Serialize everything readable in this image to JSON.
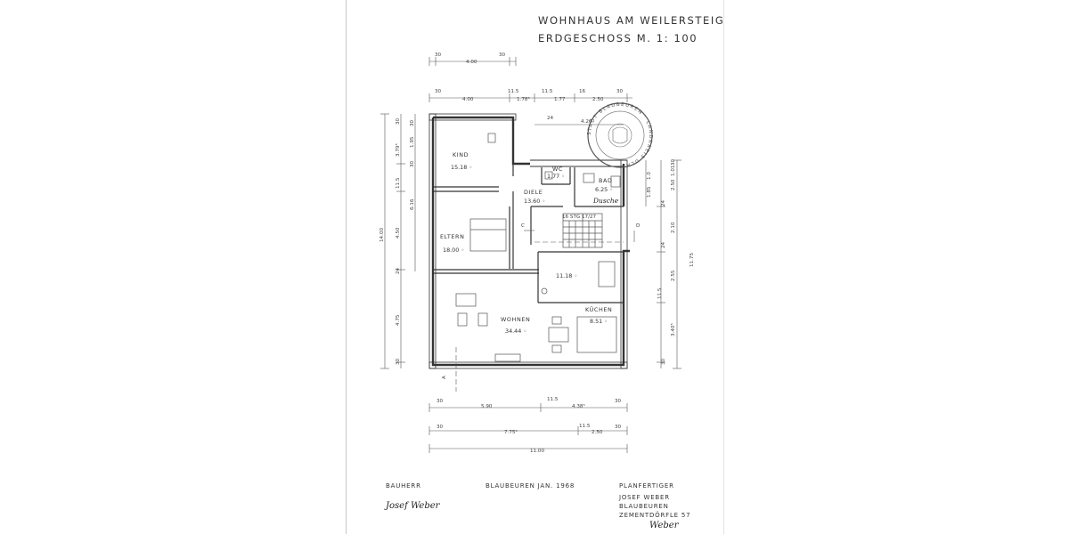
{
  "title": {
    "line1": "WOHNHAUS AM WEILERSTEIG",
    "line2": "ERDGESCHOSS  M. 1: 100"
  },
  "rooms": [
    {
      "name": "KIND",
      "area": "15.18 ◦"
    },
    {
      "name": "ELTERN",
      "area": "18.00 ◦"
    },
    {
      "name": "DIELE",
      "area": "13.60 ◦"
    },
    {
      "name": "WC",
      "area": "1.77 ◦"
    },
    {
      "name": "BAD",
      "area": "6.25 ◦"
    },
    {
      "name": "WOHNEN",
      "area": "34.44 ◦"
    },
    {
      "name": "KÜCHEN",
      "area": "8.51 ◦"
    },
    {
      "name": "",
      "area": "11.18 ◦"
    }
  ],
  "annotations": {
    "dusche": "Dusche",
    "stair": "16 STG 17/27",
    "section_c": "C",
    "section_d": "D",
    "section_a": "A"
  },
  "stamp": {
    "text": "STADT BLAUBEUREN · LANDKREIS ULM"
  },
  "dimensions": {
    "top1": [
      "30",
      "4.00",
      "30"
    ],
    "top2": [
      "30",
      "4.00",
      "11.5",
      "1.78⁵",
      "11.5",
      "1.77",
      "16",
      "2.50",
      "30"
    ],
    "top3": [
      "24",
      "4.26"
    ],
    "left_outer": "14.00",
    "left_mid": [
      "30",
      "3.79⁵",
      "11.5",
      "4.50",
      "24",
      "4.75",
      "30"
    ],
    "left_inner": [
      "30",
      "1.95",
      "30",
      "6.16"
    ],
    "right_outer": "11.75",
    "right_mid": [
      "30",
      "1.01",
      "2.50",
      "24",
      "2.10",
      "24",
      "2.55",
      "11.5",
      "3.40⁵",
      "30"
    ],
    "right_inner": [
      "1.85",
      "1.0"
    ],
    "bottom1": [
      "30",
      "5.90",
      "11.5",
      "4.38⁵",
      "30"
    ],
    "bottom2": [
      "30",
      "7.75⁵",
      "11.5",
      "2.50",
      "30"
    ],
    "bottom3": [
      "11.00"
    ]
  },
  "footer": {
    "bauherr_label": "BAUHERR",
    "bauherr_sig": "Josef Weber",
    "place_date": "BLAUBEUREN JAN. 1968",
    "planfertiger_label": "PLANFERTIGER",
    "planfertiger_lines": [
      "JOSEF WEBER",
      "BLAUBEUREN",
      "ZEMENTDÖRFLE  57"
    ],
    "planfertiger_sig": "Weber"
  }
}
